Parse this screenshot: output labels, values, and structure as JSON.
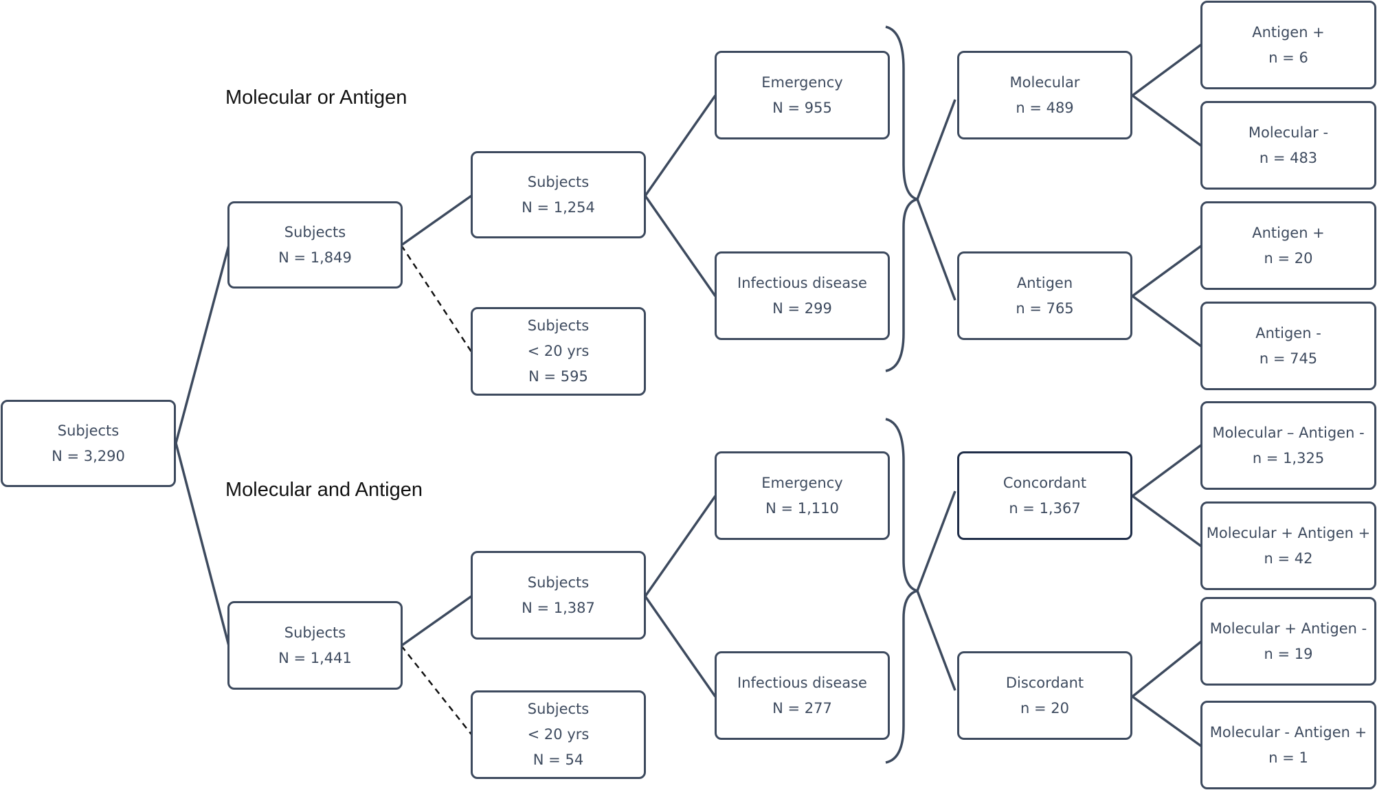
{
  "titles": {
    "top": "Molecular or Antigen",
    "bottom": "Molecular and Antigen"
  },
  "root": {
    "line1": "Subjects",
    "line2": "N = 3,290"
  },
  "top": {
    "subjects": {
      "line1": "Subjects",
      "line2": "N = 1,849"
    },
    "subjects_adult": {
      "line1": "Subjects",
      "line2": "N = 1,254"
    },
    "subjects_under20": {
      "line1": "Subjects",
      "line2": "< 20 yrs",
      "line3": "N = 595"
    },
    "emergency": {
      "line1": "Emergency",
      "line2": "N = 955"
    },
    "infectious": {
      "line1": "Infectious disease",
      "line2": "N = 299"
    },
    "molecular": {
      "line1": "Molecular",
      "line2": "n = 489"
    },
    "antigen": {
      "line1": "Antigen",
      "line2": "n = 765"
    },
    "molecular_antigen_pos": {
      "line1": "Antigen +",
      "line2": "n = 6"
    },
    "molecular_neg": {
      "line1": "Molecular -",
      "line2": "n = 483"
    },
    "antigen_pos": {
      "line1": "Antigen +",
      "line2": "n = 20"
    },
    "antigen_neg": {
      "line1": "Antigen -",
      "line2": "n = 745"
    }
  },
  "bottom": {
    "subjects": {
      "line1": "Subjects",
      "line2": "N = 1,441"
    },
    "subjects_adult": {
      "line1": "Subjects",
      "line2": "N = 1,387"
    },
    "subjects_under20": {
      "line1": "Subjects",
      "line2": "< 20 yrs",
      "line3": "N = 54"
    },
    "emergency": {
      "line1": "Emergency",
      "line2": "N = 1,110"
    },
    "infectious": {
      "line1": "Infectious disease",
      "line2": "N = 277"
    },
    "concordant": {
      "line1": "Concordant",
      "line2": "n = 1,367"
    },
    "discordant": {
      "line1": "Discordant",
      "line2": "n = 20"
    },
    "mol_neg_ag_neg": {
      "line1": "Molecular – Antigen -",
      "line2": "n = 1,325"
    },
    "mol_pos_ag_pos": {
      "line1": "Molecular + Antigen +",
      "line2": "n = 42"
    },
    "mol_pos_ag_neg": {
      "line1": "Molecular + Antigen -",
      "line2": "n = 19"
    },
    "mol_neg_ag_pos": {
      "line1": "Molecular - Antigen +",
      "line2": "n = 1"
    }
  }
}
